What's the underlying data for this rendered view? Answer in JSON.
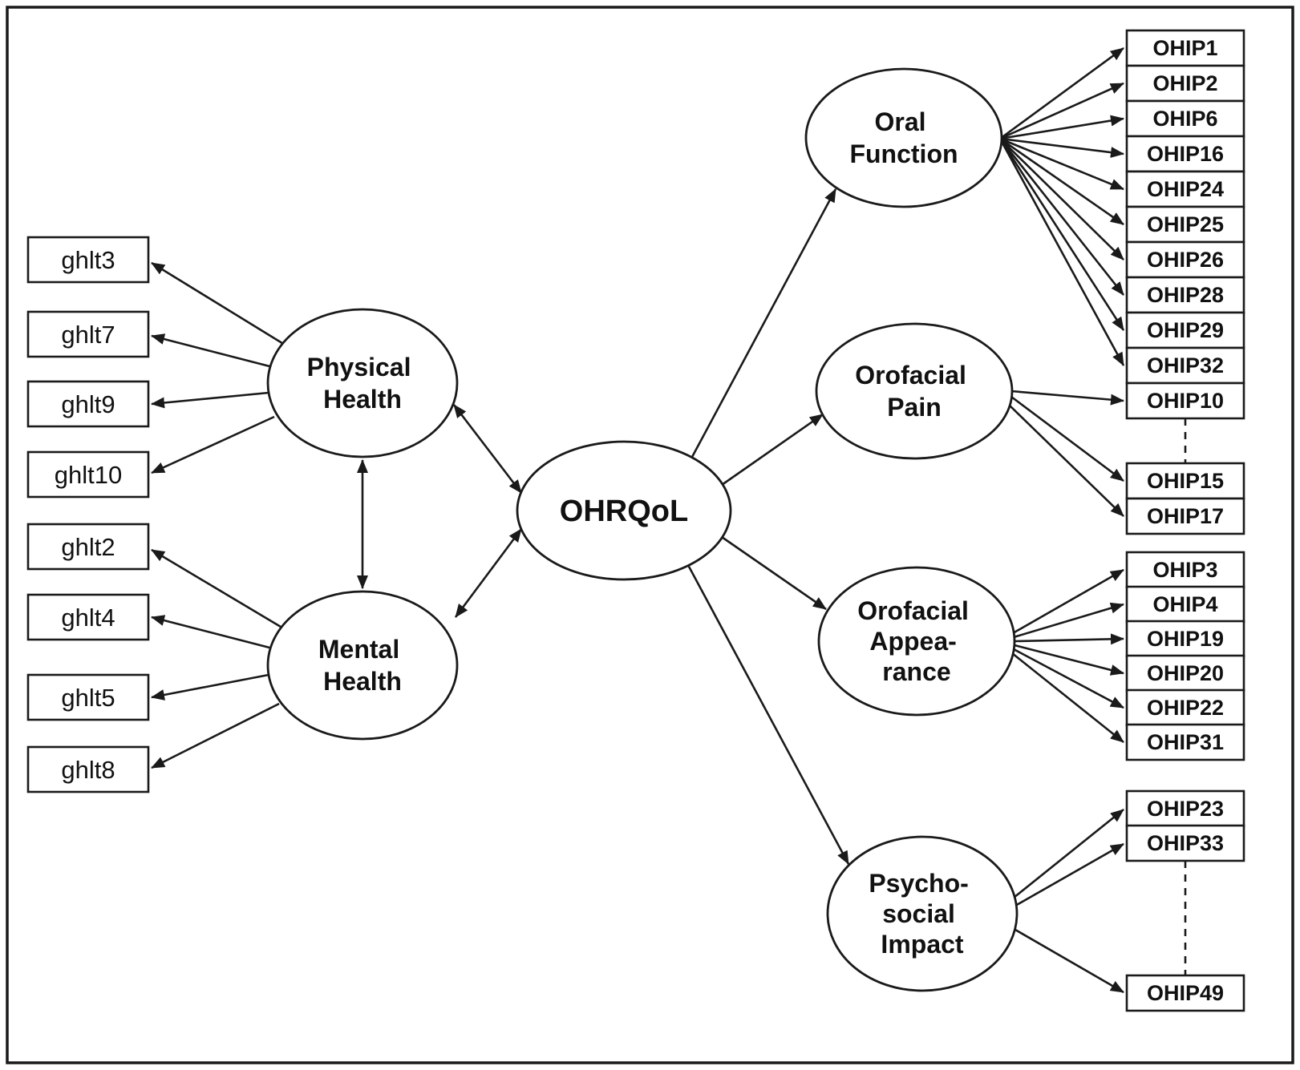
{
  "diagram": {
    "colors": {
      "stroke": "#1a1a1a",
      "background": "#ffffff"
    },
    "center_factor": {
      "lines": [
        "OHRQoL"
      ]
    },
    "factors": {
      "physical": {
        "lines": [
          "Physical",
          "Health"
        ]
      },
      "mental": {
        "lines": [
          "Mental",
          "Health"
        ]
      },
      "oral_function": {
        "lines": [
          "Oral",
          "Function"
        ]
      },
      "orofacial_pain": {
        "lines": [
          "Orofacial",
          "Pain"
        ]
      },
      "orofacial_appearance": {
        "lines": [
          "Orofacial",
          "Appea-",
          "rance"
        ]
      },
      "psychosocial_impact": {
        "lines": [
          "Psycho-",
          "social",
          "Impact"
        ]
      }
    },
    "ghlt_items": [
      "ghlt3",
      "ghlt7",
      "ghlt9",
      "ghlt10",
      "ghlt2",
      "ghlt4",
      "ghlt5",
      "ghlt8"
    ],
    "ohip_items": {
      "oral_function": [
        "OHIP1",
        "OHIP2",
        "OHIP6",
        "OHIP16",
        "OHIP24",
        "OHIP25",
        "OHIP26",
        "OHIP28",
        "OHIP29",
        "OHIP32"
      ],
      "orofacial_pain": [
        "OHIP10",
        "OHIP15",
        "OHIP17"
      ],
      "orofacial_appearance": [
        "OHIP3",
        "OHIP4",
        "OHIP19",
        "OHIP20",
        "OHIP22",
        "OHIP31"
      ],
      "psychosocial_impact": [
        "OHIP23",
        "OHIP33",
        "OHIP49"
      ]
    }
  }
}
